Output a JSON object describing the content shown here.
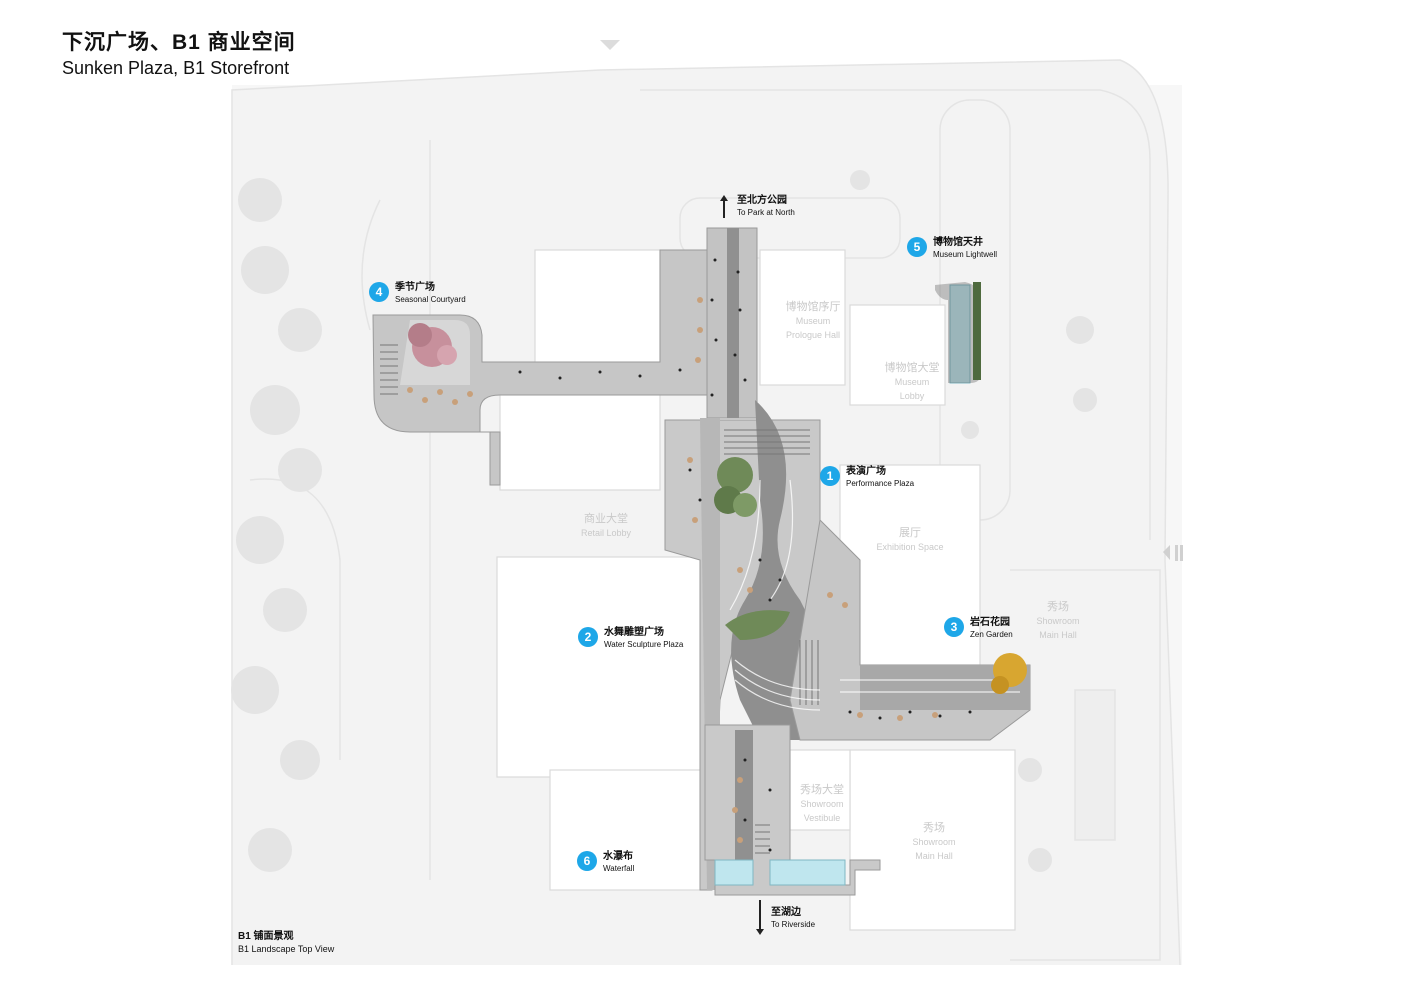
{
  "title": {
    "cn": "下沉广场、B1 商业空间",
    "en": "Sunken Plaza, B1 Storefront"
  },
  "callouts": [
    {
      "num": "1",
      "cn": "表演广场",
      "en": "Performance Plaza"
    },
    {
      "num": "2",
      "cn": "水舞雕塑广场",
      "en": "Water Sculpture Plaza"
    },
    {
      "num": "3",
      "cn": "岩石花园",
      "en": "Zen Garden"
    },
    {
      "num": "4",
      "cn": "季节广场",
      "en": "Seasonal Courtyard"
    },
    {
      "num": "5",
      "cn": "博物馆天井",
      "en": "Museum Lightwell"
    },
    {
      "num": "6",
      "cn": "水瀑布",
      "en": "Waterfall"
    }
  ],
  "directions": {
    "north": {
      "cn": "至北方公园",
      "en": "To Park at North"
    },
    "south": {
      "cn": "至湖边",
      "en": "To Riverside"
    }
  },
  "ghost_labels": [
    {
      "cn": "博物馆序厅",
      "en1": "Museum",
      "en2": "Prologue Hall"
    },
    {
      "cn": "博物馆大堂",
      "en1": "Museum",
      "en2": "Lobby"
    },
    {
      "cn": "商业大堂",
      "en1": "Retail Lobby",
      "en2": ""
    },
    {
      "cn": "展厅",
      "en1": "Exhibition Space",
      "en2": ""
    },
    {
      "cn": "秀场",
      "en1": "Showroom",
      "en2": "Main Hall"
    },
    {
      "cn": "秀场大堂",
      "en1": "Showroom",
      "en2": "Vestibule"
    },
    {
      "cn": "秀场",
      "en1": "Showroom",
      "en2": "Main Hall"
    }
  ],
  "view_label": {
    "cn": "B1 铺面景观",
    "en": "B1 Landscape Top View"
  },
  "colors": {
    "accent": "#1ea7e8",
    "paving": "#c9c9c9",
    "paving_dark": "#8e8e8e",
    "water": "#bfe6ee",
    "tree": "#6f8a58",
    "blossom": "#c7909c",
    "autumn": "#d8a630",
    "context": "#ececec"
  }
}
